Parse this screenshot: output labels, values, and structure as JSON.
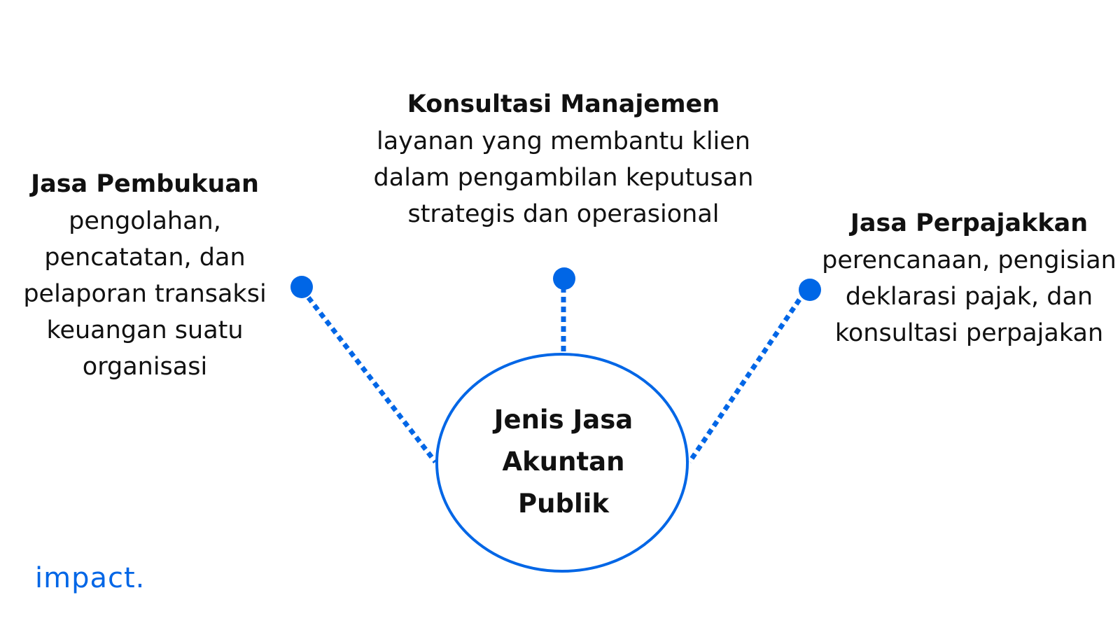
{
  "colors": {
    "accent": "#0066e6",
    "text": "#111111",
    "background": "#ffffff"
  },
  "hub": {
    "label_lines": [
      "Jenis Jasa",
      "Akuntan",
      "Publik"
    ]
  },
  "branches": [
    {
      "title": "Jasa Pembukuan",
      "description": "pengolahan, pencatatan, dan pelaporan transaksi keuangan suatu organisasi"
    },
    {
      "title": "Konsultasi Manajemen",
      "description": "layanan yang membantu klien dalam pengambilan keputusan strategis dan operasional"
    },
    {
      "title": "Jasa Perpajakkan",
      "description": "perencanaan, pengisian deklarasi pajak, dan konsultasi perpajakan"
    }
  ],
  "logo": {
    "text": "impact."
  }
}
